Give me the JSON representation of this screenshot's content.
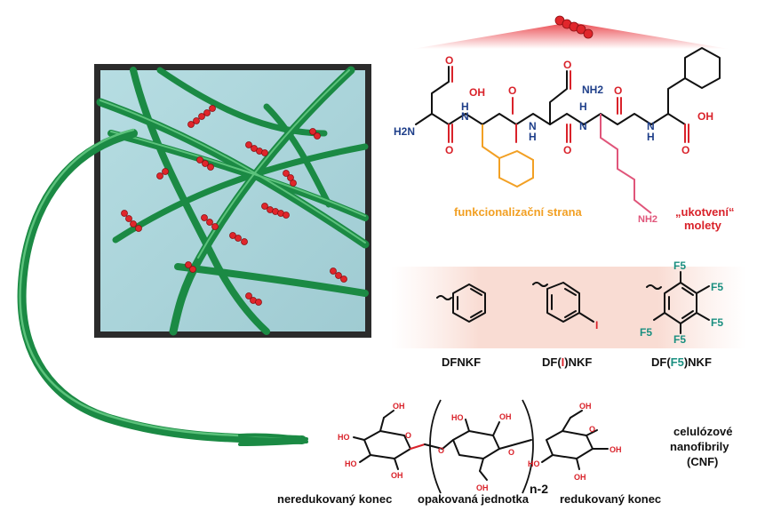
{
  "peptide": {
    "atom_h2n": "H2N",
    "atom_nh": "N",
    "atom_h": "H",
    "atom_o": "O",
    "atom_oh": "OH",
    "atom_nh2": "NH2",
    "functional_side_label": "funkcionalizační strana",
    "anchor_label_line1": "„ukotvení“",
    "anchor_label_line2": "molety"
  },
  "variants": [
    {
      "name": "DFNKF",
      "substituent": ""
    },
    {
      "name_pre": "DF(",
      "name_mid": "I",
      "name_post": ")NKF",
      "substituent": "I"
    },
    {
      "name_pre": "DF(",
      "name_mid": "F5",
      "name_post": ")NKF",
      "substituent": "F5"
    }
  ],
  "cellulose": {
    "cnf_line1": "celulózové",
    "cnf_line2": "nanofibrily",
    "cnf_line3": "(CNF)",
    "repeat_index": "n-2",
    "label_nonreducing": "neredukovaný konec",
    "label_repeat": "opakovaná jednotka",
    "label_reducing": "redukovaný konec",
    "atom_ho": "HO",
    "atom_oh": "OH",
    "atom_o": "O"
  },
  "colors": {
    "accent_red": "#d9222a",
    "side_orange": "#f2a024",
    "anchor_pink": "#e0557a",
    "teal_fluorine": "#1a8f80",
    "nitrogen_blue": "#1f3f8a",
    "fiber_green": "#1b8a44",
    "panel_blue": "#a9d4da"
  }
}
